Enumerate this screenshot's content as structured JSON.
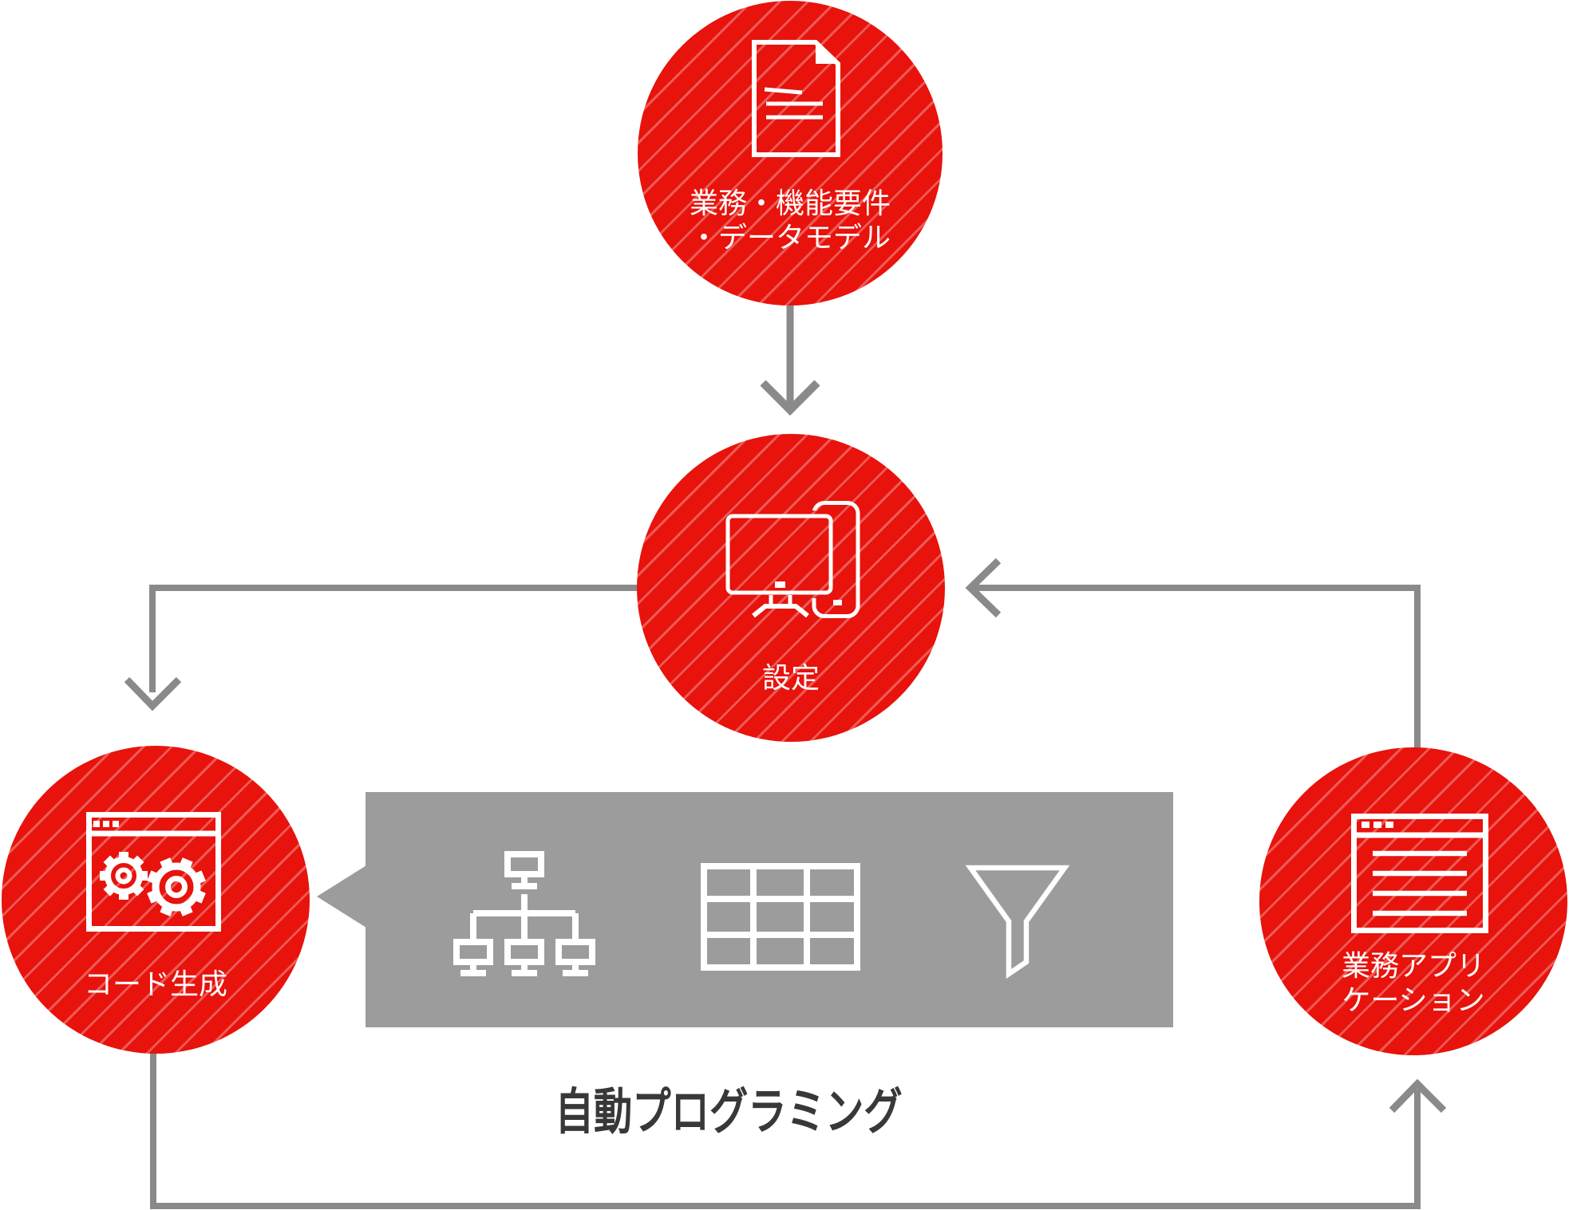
{
  "diagram": {
    "nodes": {
      "requirements": {
        "lines": [
          "業務・機能要件",
          "・データモデル"
        ],
        "icon": "document-icon"
      },
      "settings": {
        "lines": [
          "設定"
        ],
        "icon": "desktop-tablet-icon"
      },
      "code_generation": {
        "lines": [
          "コード生成"
        ],
        "icon": "browser-gears-icon"
      },
      "business_application": {
        "lines": [
          "業務アプリ",
          "ケーション"
        ],
        "icon": "browser-list-icon"
      }
    },
    "bubble": {
      "caption": "自動プログラミング",
      "icons": [
        "network-tree-icon",
        "table-grid-icon",
        "funnel-icon"
      ]
    },
    "flow": [
      "requirements -> settings",
      "settings -> code_generation",
      "code_generation -> business_application",
      "business_application -> settings"
    ],
    "colors": {
      "node_red": "#e7130c",
      "hatch_stripe": "rgba(255,255,255,0.30)",
      "bubble_gray": "#9c9c9c",
      "connector_gray": "#8a8a8a",
      "caption_text": "#383838",
      "icon_white": "#ffffff",
      "page_background": "#ffffff"
    }
  }
}
